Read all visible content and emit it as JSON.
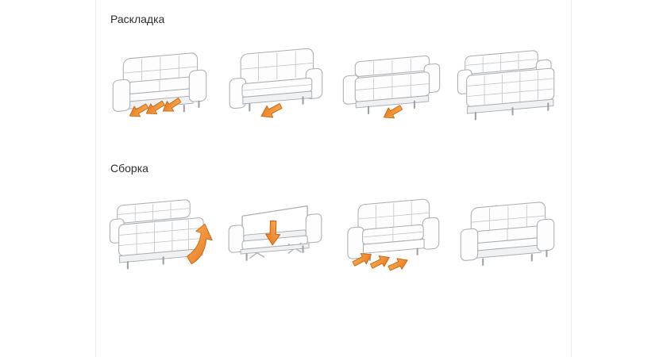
{
  "page": {
    "background": "#ffffff"
  },
  "sections": [
    {
      "title": "Раскладка",
      "steps": [
        {
          "icon": "sofa-closed-pull-out-icon",
          "arrows": "three block arrows pointing down-left from under the seat"
        },
        {
          "icon": "sofa-seat-extended-icon",
          "arrows": "one block arrow pointing down-left under the seat"
        },
        {
          "icon": "sofa-half-unfolded-icon",
          "arrows": "one block arrow pointing down-left under the deck"
        },
        {
          "icon": "sofa-bed-unfolded-icon",
          "arrows": "none"
        }
      ]
    },
    {
      "title": "Сборка",
      "steps": [
        {
          "icon": "bed-lift-edge-icon",
          "arrows": "one curved block arrow pointing up at the right edge"
        },
        {
          "icon": "frame-fold-down-icon",
          "arrows": "one block arrow pointing straight down into the frame"
        },
        {
          "icon": "sofa-push-in-icon",
          "arrows": "three block arrows pointing up-right into the sofa base"
        },
        {
          "icon": "sofa-assembled-icon",
          "arrows": "none"
        }
      ]
    }
  ],
  "colors": {
    "arrow_fill_light": "#f9b257",
    "arrow_fill_dark": "#e8731c",
    "arrow_stroke": "#c96a12",
    "outline": "#a8aeb4",
    "panel_border": "#ebebeb"
  }
}
